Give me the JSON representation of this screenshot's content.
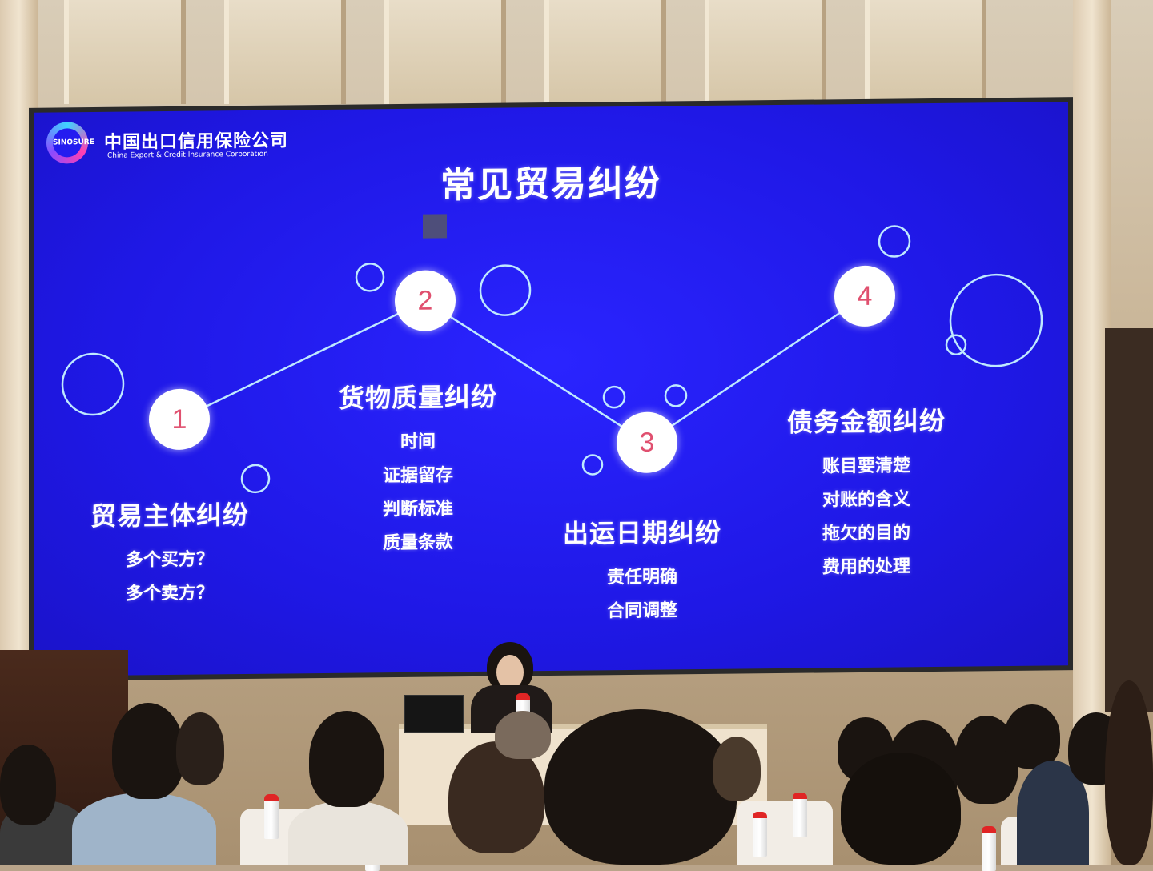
{
  "slide": {
    "company_cn": "中国出口信用保险公司",
    "company_en": "China Export & Credit Insurance Corporation",
    "logo_text": "SINOSURE",
    "title": "常见贸易纠纷",
    "nodes": [
      {
        "number": "1",
        "title": "贸易主体纠纷",
        "items": [
          "多个买方？",
          "多个卖方？"
        ]
      },
      {
        "number": "2",
        "title": "货物质量纠纷",
        "items": [
          "时间",
          "证据留存",
          "判断标准",
          "质量条款"
        ]
      },
      {
        "number": "3",
        "title": "出运日期纠纷",
        "items": [
          "责任明确",
          "合同调整"
        ]
      },
      {
        "number": "4",
        "title": "债务金额纠纷",
        "items": [
          "账目要清楚",
          "对账的含义",
          "拖欠的目的",
          "费用的处理"
        ]
      }
    ]
  },
  "colors": {
    "screen_blue": "#231bf2",
    "number_text": "#e0506f",
    "ring": "#bfe9ff"
  }
}
